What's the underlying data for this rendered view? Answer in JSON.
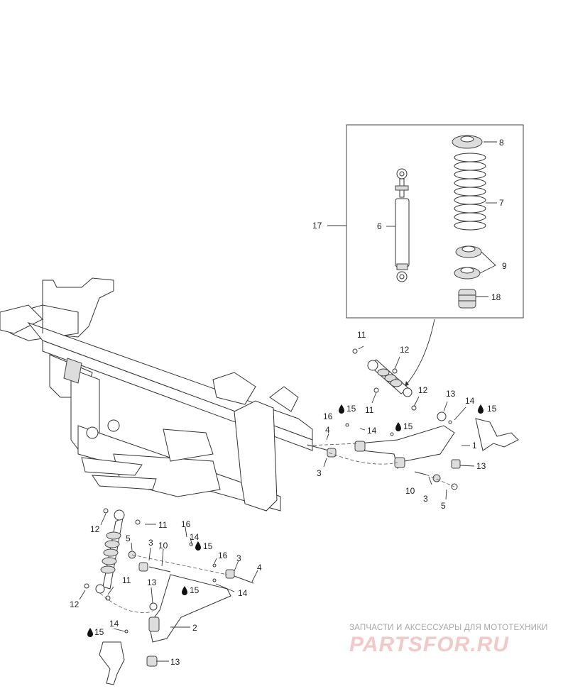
{
  "callouts": [
    {
      "id": "c8",
      "text": "8"
    },
    {
      "id": "c7",
      "text": "7"
    },
    {
      "id": "c9",
      "text": "9"
    },
    {
      "id": "c18",
      "text": "18"
    },
    {
      "id": "c6",
      "text": "6"
    },
    {
      "id": "c17",
      "text": "17"
    },
    {
      "id": "c11a",
      "text": "11"
    },
    {
      "id": "c12a",
      "text": "12"
    },
    {
      "id": "c12b",
      "text": "12"
    },
    {
      "id": "c11b",
      "text": "11"
    },
    {
      "id": "c13a",
      "text": "13"
    },
    {
      "id": "c14a",
      "text": "14"
    },
    {
      "id": "c15a",
      "text": "15"
    },
    {
      "id": "c15b",
      "text": "15"
    },
    {
      "id": "c16a",
      "text": "16"
    },
    {
      "id": "c14b",
      "text": "14"
    },
    {
      "id": "c15c",
      "text": "15"
    },
    {
      "id": "c4a",
      "text": "4"
    },
    {
      "id": "c3a",
      "text": "3"
    },
    {
      "id": "c1",
      "text": "1"
    },
    {
      "id": "c13b",
      "text": "13"
    },
    {
      "id": "c10a",
      "text": "10"
    },
    {
      "id": "c3b",
      "text": "3"
    },
    {
      "id": "c5a",
      "text": "5"
    },
    {
      "id": "c12c",
      "text": "12"
    },
    {
      "id": "c11c",
      "text": "11"
    },
    {
      "id": "c16b",
      "text": "16"
    },
    {
      "id": "c14c",
      "text": "14"
    },
    {
      "id": "c15d",
      "text": "15"
    },
    {
      "id": "c5b",
      "text": "5"
    },
    {
      "id": "c3c",
      "text": "3"
    },
    {
      "id": "c10b",
      "text": "10"
    },
    {
      "id": "c16c",
      "text": "16"
    },
    {
      "id": "c3d",
      "text": "3"
    },
    {
      "id": "c4b",
      "text": "4"
    },
    {
      "id": "c13c",
      "text": "13"
    },
    {
      "id": "c15e",
      "text": "15"
    },
    {
      "id": "c14d",
      "text": "14"
    },
    {
      "id": "c11d",
      "text": "11"
    },
    {
      "id": "c12d",
      "text": "12"
    },
    {
      "id": "c2",
      "text": "2"
    },
    {
      "id": "c14e",
      "text": "14"
    },
    {
      "id": "c15f",
      "text": "15"
    },
    {
      "id": "c13d",
      "text": "13"
    }
  ],
  "watermark": {
    "tagline": "ЗАПЧАСТИ И АКСЕССУАРЫ ДЛЯ МОТОТЕХНИКИ",
    "logo": "PARTSFOR.RU",
    "logo_color": "#f2c9c9",
    "tagline_color": "#a8a8a8"
  }
}
